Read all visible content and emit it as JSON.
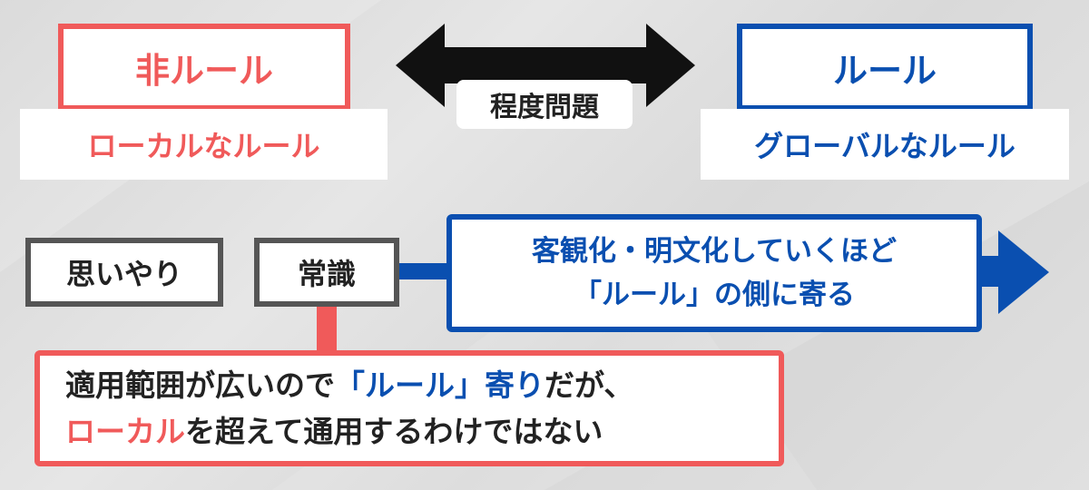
{
  "left": {
    "title": "非ルール",
    "subtitle": "ローカルなルール"
  },
  "right": {
    "title": "ルール",
    "subtitle": "グローバルなルール"
  },
  "middle_label": "程度問題",
  "examples": {
    "item1": "思いやり",
    "item2": "常識"
  },
  "objective": {
    "line1": "客観化・明文化していくほど",
    "line2": "「ルール」の側に寄る"
  },
  "note": {
    "line1_part1": "適用範囲が広いので",
    "line1_part2": "「ルール」寄り",
    "line1_part3": "だが、",
    "line2_part1": "ローカル",
    "line2_part2": "を超えて通用するわけではない"
  },
  "colors": {
    "red": "#f05a5a",
    "blue": "#0a4fb0",
    "dark": "#222222",
    "gray_frame": "#555555"
  }
}
